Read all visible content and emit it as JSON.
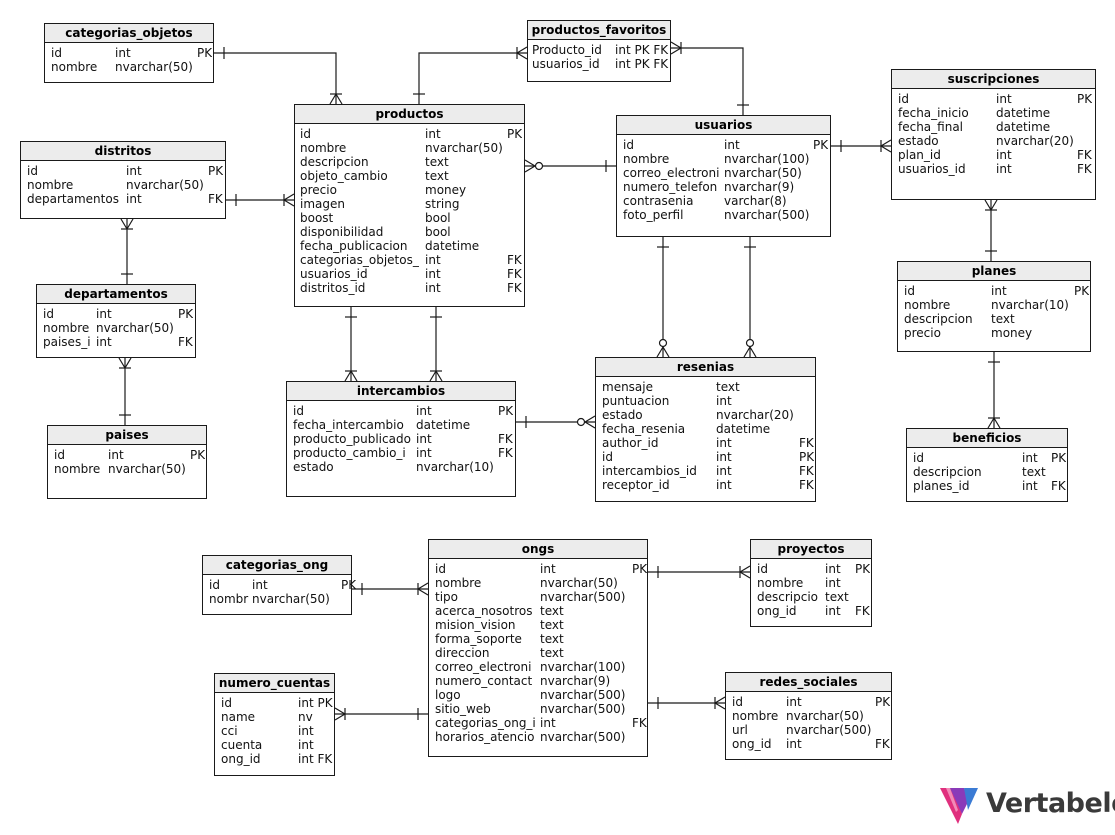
{
  "entities": {
    "categorias_objetos": {
      "title": "categorias_objetos",
      "rows": [
        [
          "id",
          "int",
          "PK"
        ],
        [
          "nombre",
          "nvarchar(50)",
          ""
        ]
      ]
    },
    "productos_favoritos": {
      "title": "productos_favoritos",
      "rows": [
        [
          "Producto_id",
          "int PK FK",
          ""
        ],
        [
          "usuarios_id",
          "int PK FK",
          ""
        ]
      ]
    },
    "suscripciones": {
      "title": "suscripciones",
      "rows": [
        [
          "id",
          "int",
          "PK"
        ],
        [
          "fecha_inicio",
          "datetime",
          ""
        ],
        [
          "fecha_final",
          "datetime",
          ""
        ],
        [
          "estado",
          "nvarchar(20)",
          ""
        ],
        [
          "plan_id",
          "int",
          "FK"
        ],
        [
          "usuarios_id",
          "int",
          "FK"
        ]
      ]
    },
    "productos": {
      "title": "productos",
      "rows": [
        [
          "id",
          "int",
          "PK"
        ],
        [
          "nombre",
          "nvarchar(50)",
          ""
        ],
        [
          "descripcion",
          "text",
          ""
        ],
        [
          "objeto_cambio",
          "text",
          ""
        ],
        [
          "precio",
          "money",
          ""
        ],
        [
          "imagen",
          "string",
          ""
        ],
        [
          "boost",
          "bool",
          ""
        ],
        [
          "disponibilidad",
          "bool",
          ""
        ],
        [
          "fecha_publicacion",
          "datetime",
          ""
        ],
        [
          "categorias_objetos_",
          "int",
          "FK"
        ],
        [
          "usuarios_id",
          "int",
          "FK"
        ],
        [
          "distritos_id",
          "int",
          "FK"
        ]
      ]
    },
    "usuarios": {
      "title": "usuarios",
      "rows": [
        [
          "id",
          "int",
          "PK"
        ],
        [
          "nombre",
          "nvarchar(100)",
          ""
        ],
        [
          "correo_electroni",
          "nvarchar(50)",
          ""
        ],
        [
          "numero_telefon",
          "nvarchar(9)",
          ""
        ],
        [
          "contrasenia",
          "varchar(8)",
          ""
        ],
        [
          "foto_perfil",
          "nvarchar(500)",
          ""
        ]
      ]
    },
    "distritos": {
      "title": "distritos",
      "rows": [
        [
          "id",
          "int",
          "PK"
        ],
        [
          "nombre",
          "nvarchar(50)",
          ""
        ],
        [
          "departamentos",
          "int",
          "FK"
        ]
      ]
    },
    "departamentos": {
      "title": "departamentos",
      "rows": [
        [
          "id",
          "int",
          "PK"
        ],
        [
          "nombre",
          "nvarchar(50)",
          ""
        ],
        [
          "paises_i",
          "int",
          "FK"
        ]
      ]
    },
    "paises": {
      "title": "paises",
      "rows": [
        [
          "id",
          "int",
          "PK"
        ],
        [
          "nombre",
          "nvarchar(50)",
          ""
        ]
      ]
    },
    "planes": {
      "title": "planes",
      "rows": [
        [
          "id",
          "int",
          "PK"
        ],
        [
          "nombre",
          "nvarchar(10)",
          ""
        ],
        [
          "descripcion",
          "text",
          ""
        ],
        [
          "precio",
          "money",
          ""
        ]
      ]
    },
    "beneficios": {
      "title": "beneficios",
      "rows": [
        [
          "id",
          "int",
          "PK"
        ],
        [
          "descripcion",
          "text",
          ""
        ],
        [
          "planes_id",
          "int",
          "FK"
        ]
      ]
    },
    "intercambios": {
      "title": "intercambios",
      "rows": [
        [
          "id",
          "int",
          "PK"
        ],
        [
          "fecha_intercambio",
          "datetime",
          ""
        ],
        [
          "producto_publicado",
          "int",
          "FK"
        ],
        [
          "producto_cambio_i",
          "int",
          "FK"
        ],
        [
          "estado",
          "nvarchar(10)",
          ""
        ]
      ]
    },
    "resenias": {
      "title": "resenias",
      "rows": [
        [
          "mensaje",
          "text",
          ""
        ],
        [
          "puntuacion",
          "int",
          ""
        ],
        [
          "estado",
          "nvarchar(20)",
          ""
        ],
        [
          "fecha_resenia",
          "datetime",
          ""
        ],
        [
          "author_id",
          "int",
          "FK"
        ],
        [
          "id",
          "int",
          "PK"
        ],
        [
          "intercambios_id",
          "int",
          "FK"
        ],
        [
          "receptor_id",
          "int",
          "FK"
        ]
      ]
    },
    "categorias_ong": {
      "title": "categorias_ong",
      "rows": [
        [
          "id",
          "int",
          "PK"
        ],
        [
          "nombr",
          "nvarchar(50)",
          ""
        ]
      ]
    },
    "ongs": {
      "title": "ongs",
      "rows": [
        [
          "id",
          "int",
          "PK"
        ],
        [
          "nombre",
          "nvarchar(50)",
          ""
        ],
        [
          "tipo",
          "nvarchar(500)",
          ""
        ],
        [
          "acerca_nosotros",
          "text",
          ""
        ],
        [
          "mision_vision",
          "text",
          ""
        ],
        [
          "forma_soporte",
          "text",
          ""
        ],
        [
          "direccion",
          "text",
          ""
        ],
        [
          "correo_electroni",
          "nvarchar(100)",
          ""
        ],
        [
          "numero_contact",
          "nvarchar(9)",
          ""
        ],
        [
          "logo",
          "nvarchar(500)",
          ""
        ],
        [
          "sitio_web",
          "nvarchar(500)",
          ""
        ],
        [
          "categorias_ong_i",
          "int",
          "FK"
        ],
        [
          "horarios_atencio",
          "nvarchar(500)",
          ""
        ]
      ]
    },
    "proyectos": {
      "title": "proyectos",
      "rows": [
        [
          "id",
          "int",
          "PK"
        ],
        [
          "nombre",
          "int",
          ""
        ],
        [
          "descripcio",
          "text",
          ""
        ],
        [
          "ong_id",
          "int",
          "FK"
        ]
      ]
    },
    "numero_cuentas": {
      "title": "numero_cuentas",
      "rows": [
        [
          "id",
          "int PK",
          ""
        ],
        [
          "name",
          "nv",
          ""
        ],
        [
          "cci",
          "int",
          ""
        ],
        [
          "cuenta",
          "int",
          ""
        ],
        [
          "ong_id",
          "int FK",
          ""
        ]
      ]
    },
    "redes_sociales": {
      "title": "redes_sociales",
      "rows": [
        [
          "id",
          "int",
          "PK"
        ],
        [
          "nombre",
          "nvarchar(50)",
          ""
        ],
        [
          "url",
          "nvarchar(500)",
          ""
        ],
        [
          "ong_id",
          "int",
          "FK"
        ]
      ]
    }
  },
  "logo": {
    "text": "Vertabelo",
    "colors": [
      "#e0307e",
      "#8a3ab9",
      "#3b7bd4"
    ]
  },
  "colors": {
    "line": "#1a1a1a",
    "header": "#ececec",
    "text": "#111111"
  }
}
